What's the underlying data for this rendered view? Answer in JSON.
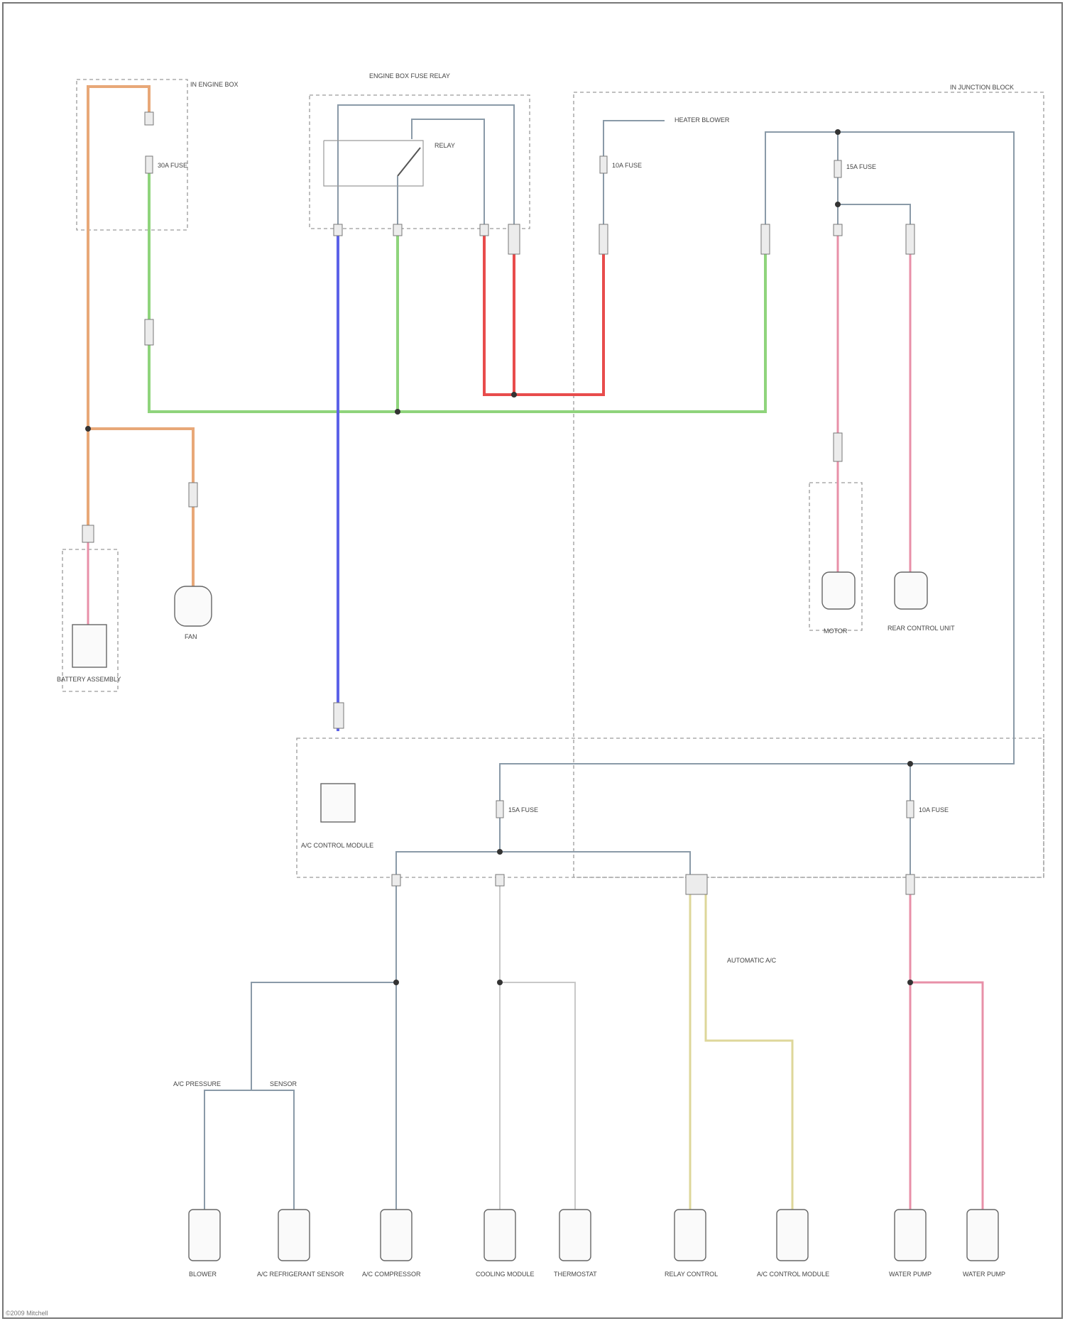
{
  "colors": {
    "orange": "#e8a878",
    "green": "#8fd47c",
    "blue": "#5c62e8",
    "red": "#e84c4c",
    "pink": "#e890a8",
    "grey": "#8a9aa8",
    "yellow": "#ded79a"
  },
  "modules": {
    "fuse_box_engine": "IN ENGINE BOX",
    "relay_module": "ENGINE BOX FUSE RELAY",
    "junction_box": "IN JUNCTION BLOCK",
    "ac_control_module": "A/C CONTROL MODULE"
  },
  "fuses": {
    "f_engine": "30A FUSE",
    "f_relay": "RELAY",
    "f_rear1": "15A FUSE",
    "f_rear2": "10A FUSE",
    "f_lower1": "15A FUSE",
    "f_lower2": "10A FUSE",
    "f_note": "HEATER BLOWER"
  },
  "components": {
    "battery": "BATTERY ASSEMBLY",
    "fan": "FAN",
    "rear1": "MOTOR",
    "rear2": "REAR CONTROL UNIT",
    "ac_control": "A/C CONTROL MODULE",
    "b1": "BLOWER",
    "b2": "A/C REFRIGERANT SENSOR",
    "b3": "A/C COMPRESSOR",
    "b4": "COOLING MODULE",
    "b5": "THERMOSTAT",
    "b6": "RELAY CONTROL",
    "b7": "A/C CONTROL MODULE",
    "b8": "WATER PUMP",
    "b9": "WATER PUMP"
  },
  "splits": {
    "left": "A/C PRESSURE",
    "right": "SENSOR"
  },
  "note": "AUTOMATIC A/C",
  "footer": "©2009 Mitchell"
}
